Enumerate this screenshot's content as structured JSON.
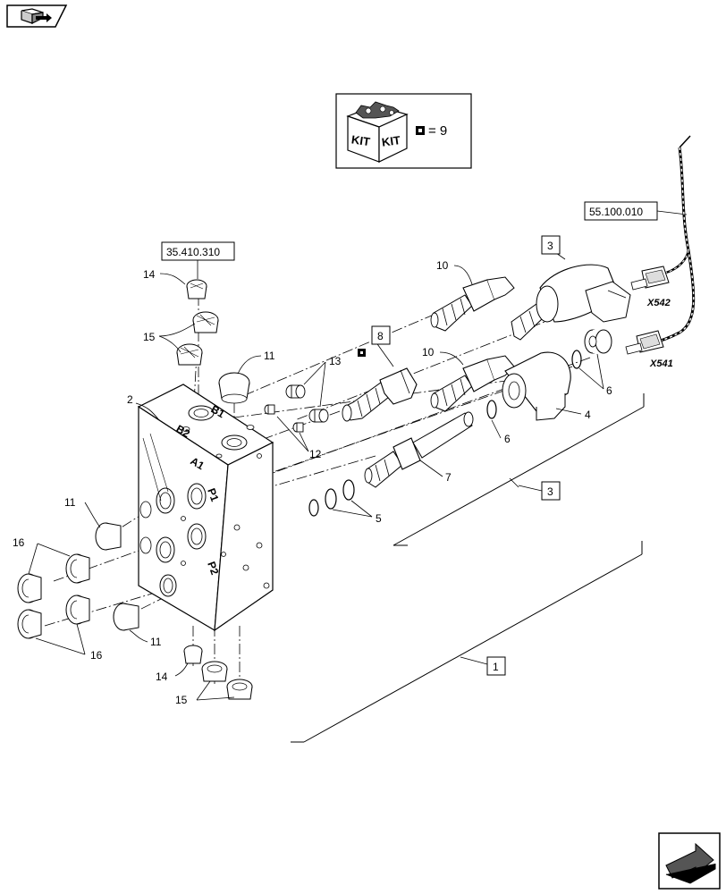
{
  "nav": {
    "back_icon": "book-arrow-icon",
    "next_icon": "next-page-arrow-icon"
  },
  "kit_box": {
    "kit_label_1": "KIT",
    "kit_label_2": "KIT",
    "equals_text": "= 9"
  },
  "references": {
    "ref_top_left": "35.410.310",
    "ref_top_right": "55.100.010"
  },
  "connectors": {
    "x542": "X542",
    "x541": "X541"
  },
  "boxed_callouts": {
    "b3_top": "3",
    "b8": "8",
    "b3_mid": "3",
    "b1": "1"
  },
  "callouts": {
    "c14_top": "14",
    "c15_top": "15",
    "c11_top": "11",
    "c2": "2",
    "c13": "13",
    "c12": "12",
    "c10_top": "10",
    "c10_mid": "10",
    "c6_right": "6",
    "c4": "4",
    "c6_mid": "6",
    "c7": "7",
    "c5": "5",
    "c11_left": "11",
    "c16_top": "16",
    "c16_bottom": "16",
    "c11_bottom": "11",
    "c14_bottom": "14",
    "c15_bottom": "15"
  },
  "block_marks": {
    "p1": "P1",
    "p2": "P2",
    "a1": "A1",
    "b1": "B1",
    "b2": "B2"
  }
}
